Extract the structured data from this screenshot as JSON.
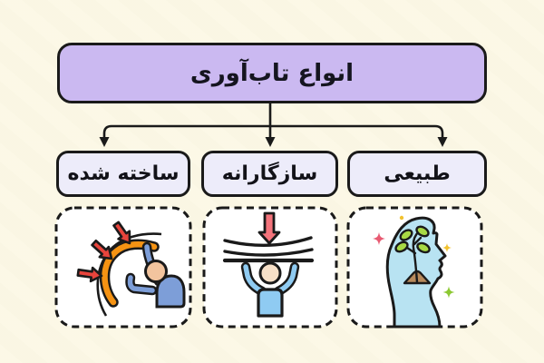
{
  "title_box": {
    "label": "انواع تاب‌آوری"
  },
  "branches": [
    {
      "id": "built",
      "label": "ساخته شده",
      "icon": "person-behind-shield-arrows-icon",
      "position": "left"
    },
    {
      "id": "adaptive",
      "label": "سازگارانه",
      "icon": "person-holding-bending-load-icon",
      "position": "middle"
    },
    {
      "id": "natural",
      "label": "طبیعی",
      "icon": "head-with-growing-plant-icon",
      "position": "right"
    }
  ],
  "colors": {
    "background": "#fbf7e2",
    "outline": "#1a1a1a",
    "title_fill": "#cbb9f1",
    "node_fill": "#edecfa",
    "icon_card_fill": "#ffffff",
    "arrow_red": "#e8443c",
    "arrow_pink_red": "#f4747c",
    "shield_orange": "#f59313",
    "body_blue": "#7d9ed8",
    "body_light_blue": "#8fcbf2",
    "head_profile_blue": "#b8e3f2",
    "skin": "#f2c49e",
    "skin_light": "#f7e0c8",
    "leaf_green": "#a8d944",
    "soil_brown": "#b78a5c",
    "sparkle_pink": "#e85a72",
    "sparkle_yellow": "#f2c230",
    "sparkle_green": "#8cc832"
  }
}
